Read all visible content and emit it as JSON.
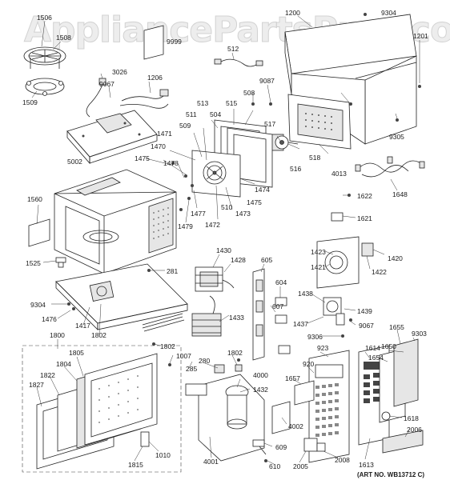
{
  "watermark": "AppliancePartsPros.com",
  "art_number": "(ART NO. WB13712 C)",
  "part_numbers": [
    "1506",
    "1508",
    "9999",
    "1509",
    "3026",
    "9067",
    "1206",
    "512",
    "9087",
    "508",
    "1200",
    "9304",
    "1201",
    "513",
    "515",
    "504",
    "511",
    "509",
    "1471",
    "1470",
    "517",
    "518",
    "516",
    "4013",
    "9305",
    "5002",
    "1475",
    "1478",
    "1474",
    "1473",
    "1475",
    "1472",
    "1477",
    "510",
    "1479",
    "1622",
    "1648",
    "1560",
    "1621",
    "1423",
    "1421",
    "1420",
    "1422",
    "1525",
    "1430",
    "1428",
    "605",
    "281",
    "604",
    "607",
    "1438",
    "1439",
    "1437",
    "9067",
    "9306",
    "1655",
    "9303",
    "1650",
    "1654",
    "1614",
    "923",
    "9304",
    "1476",
    "1417",
    "1802",
    "1433",
    "1800",
    "1805",
    "1802",
    "1007",
    "280",
    "1802",
    "285",
    "4000",
    "1657",
    "920",
    "1804",
    "1822",
    "1827",
    "1432",
    "4002",
    "1618",
    "2006",
    "1613",
    "1815",
    "1010",
    "4001",
    "609",
    "610",
    "2005",
    "2008"
  ]
}
